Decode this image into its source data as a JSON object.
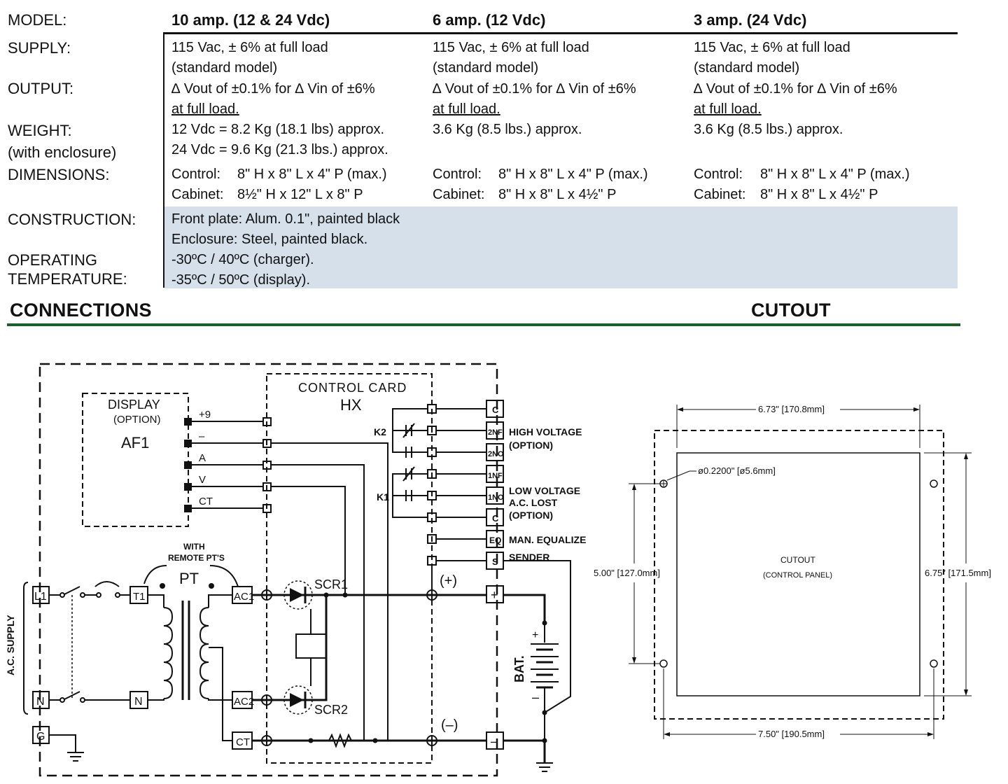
{
  "specs": {
    "labels": {
      "model": "MODEL:",
      "supply": "SUPPLY:",
      "output": "OUTPUT:",
      "weight": "WEIGHT:",
      "weight_note": "(with enclosure)",
      "dimensions": "DIMENSIONS:",
      "construction": "CONSTRUCTION:",
      "operating": "OPERATING",
      "temperature": "TEMPERATURE:"
    },
    "columns": [
      {
        "model": "10 amp. (12 & 24 Vdc)",
        "supply_1": "115 Vac, ± 6% at full load",
        "supply_2": "(standard model)",
        "output_1": "∆ Vout of ±0.1% for ∆ Vin of ±6%",
        "output_2": "at full load.",
        "weight_1": "12 Vdc = 8.2 Kg (18.1 lbs) approx.",
        "weight_2": "24 Vdc = 9.6 Kg (21.3 lbs.) approx.",
        "control_label": "Control:",
        "control_value": "8\" H x 8\" L x 4\" P (max.)",
        "cabinet_label": "Cabinet:",
        "cabinet_value": "8½\" H x 12\" L x 8\" P"
      },
      {
        "model": "6 amp. (12 Vdc)",
        "supply_1": "115 Vac, ± 6% at full load",
        "supply_2": "(standard model)",
        "output_1": "∆ Vout of ±0.1% for ∆ Vin of ±6%",
        "output_2": "at full load.",
        "weight_1": "3.6 Kg (8.5 lbs.) approx.",
        "weight_2": "",
        "control_label": "Control:",
        "control_value": "8\" H x 8\" L x 4\" P (max.)",
        "cabinet_label": "Cabinet:",
        "cabinet_value": "8\" H x 8\" L x 4½\" P"
      },
      {
        "model": "3 amp. (24 Vdc)",
        "supply_1": "115 Vac, ± 6% at full load",
        "supply_2": "(standard model)",
        "output_1": "∆ Vout of ±0.1% for ∆ Vin of ±6%",
        "output_2": "at full load.",
        "weight_1": "3.6 Kg (8.5 lbs.) approx.",
        "weight_2": "",
        "control_label": "Control:",
        "control_value": "8\" H x 8\" L x 4\" P (max.)",
        "cabinet_label": "Cabinet:",
        "cabinet_value": "8\" H x 8\" L x 4½\" P"
      }
    ],
    "construction_1": "Front plate: Alum. 0.1\", painted black",
    "construction_2": "Enclosure: Steel, painted black.",
    "temp_1": "-30ºC / 40ºC (charger).",
    "temp_2": "-35ºC / 50ºC (display)."
  },
  "sections": {
    "connections": "CONNECTIONS",
    "cutout": "CUTOUT"
  },
  "colors": {
    "shade": "#d5e0ea",
    "green_rule": "#1f5e27"
  },
  "wiring": {
    "control_card": "CONTROL CARD",
    "hx": "HX",
    "display": "DISPLAY",
    "display_option": "(OPTION)",
    "af1": "AF1",
    "display_pins": [
      "+9",
      "–",
      "A",
      "V",
      "CT"
    ],
    "k2": "K2",
    "k1": "K1",
    "right_terminals": [
      "C",
      "2NF",
      "2NO",
      "1NF",
      "1NO",
      "C",
      "EQ",
      "S"
    ],
    "high_voltage": "HIGH VOLTAGE",
    "high_voltage_option": "(OPTION)",
    "low_voltage": "LOW VOLTAGE",
    "ac_lost": "A.C. LOST",
    "low_voltage_option": "(OPTION)",
    "man_equalize": "MAN. EQUALIZE",
    "sender": "SENDER",
    "with": "WITH",
    "remote_pts": "REMOTE PT'S",
    "pt": "PT",
    "l1": "L1",
    "n_left": "N",
    "g": "G",
    "t1": "T1",
    "n_mid": "N",
    "ac1": "AC1",
    "ac2": "AC2",
    "ct": "CT",
    "scr1": "SCR1",
    "scr2": "SCR2",
    "plus": "(+)",
    "minus": "(–)",
    "term_plus": "+",
    "term_minus": "–",
    "bat": "BAT.",
    "bat_plus": "+",
    "bat_minus": "–",
    "ac_supply": "A.C. SUPPLY"
  },
  "cutout": {
    "top_dim": "6.73\" [170.8mm]",
    "hole_dim": "ø0.2200\" [ø5.6mm]",
    "left_dim": "5.00\" [127.0mm]",
    "right_dim": "6.75\" [171.5mm]",
    "bottom_dim": "7.50\" [190.5mm]",
    "center_1": "CUTOUT",
    "center_2": "(CONTROL PANEL)"
  }
}
